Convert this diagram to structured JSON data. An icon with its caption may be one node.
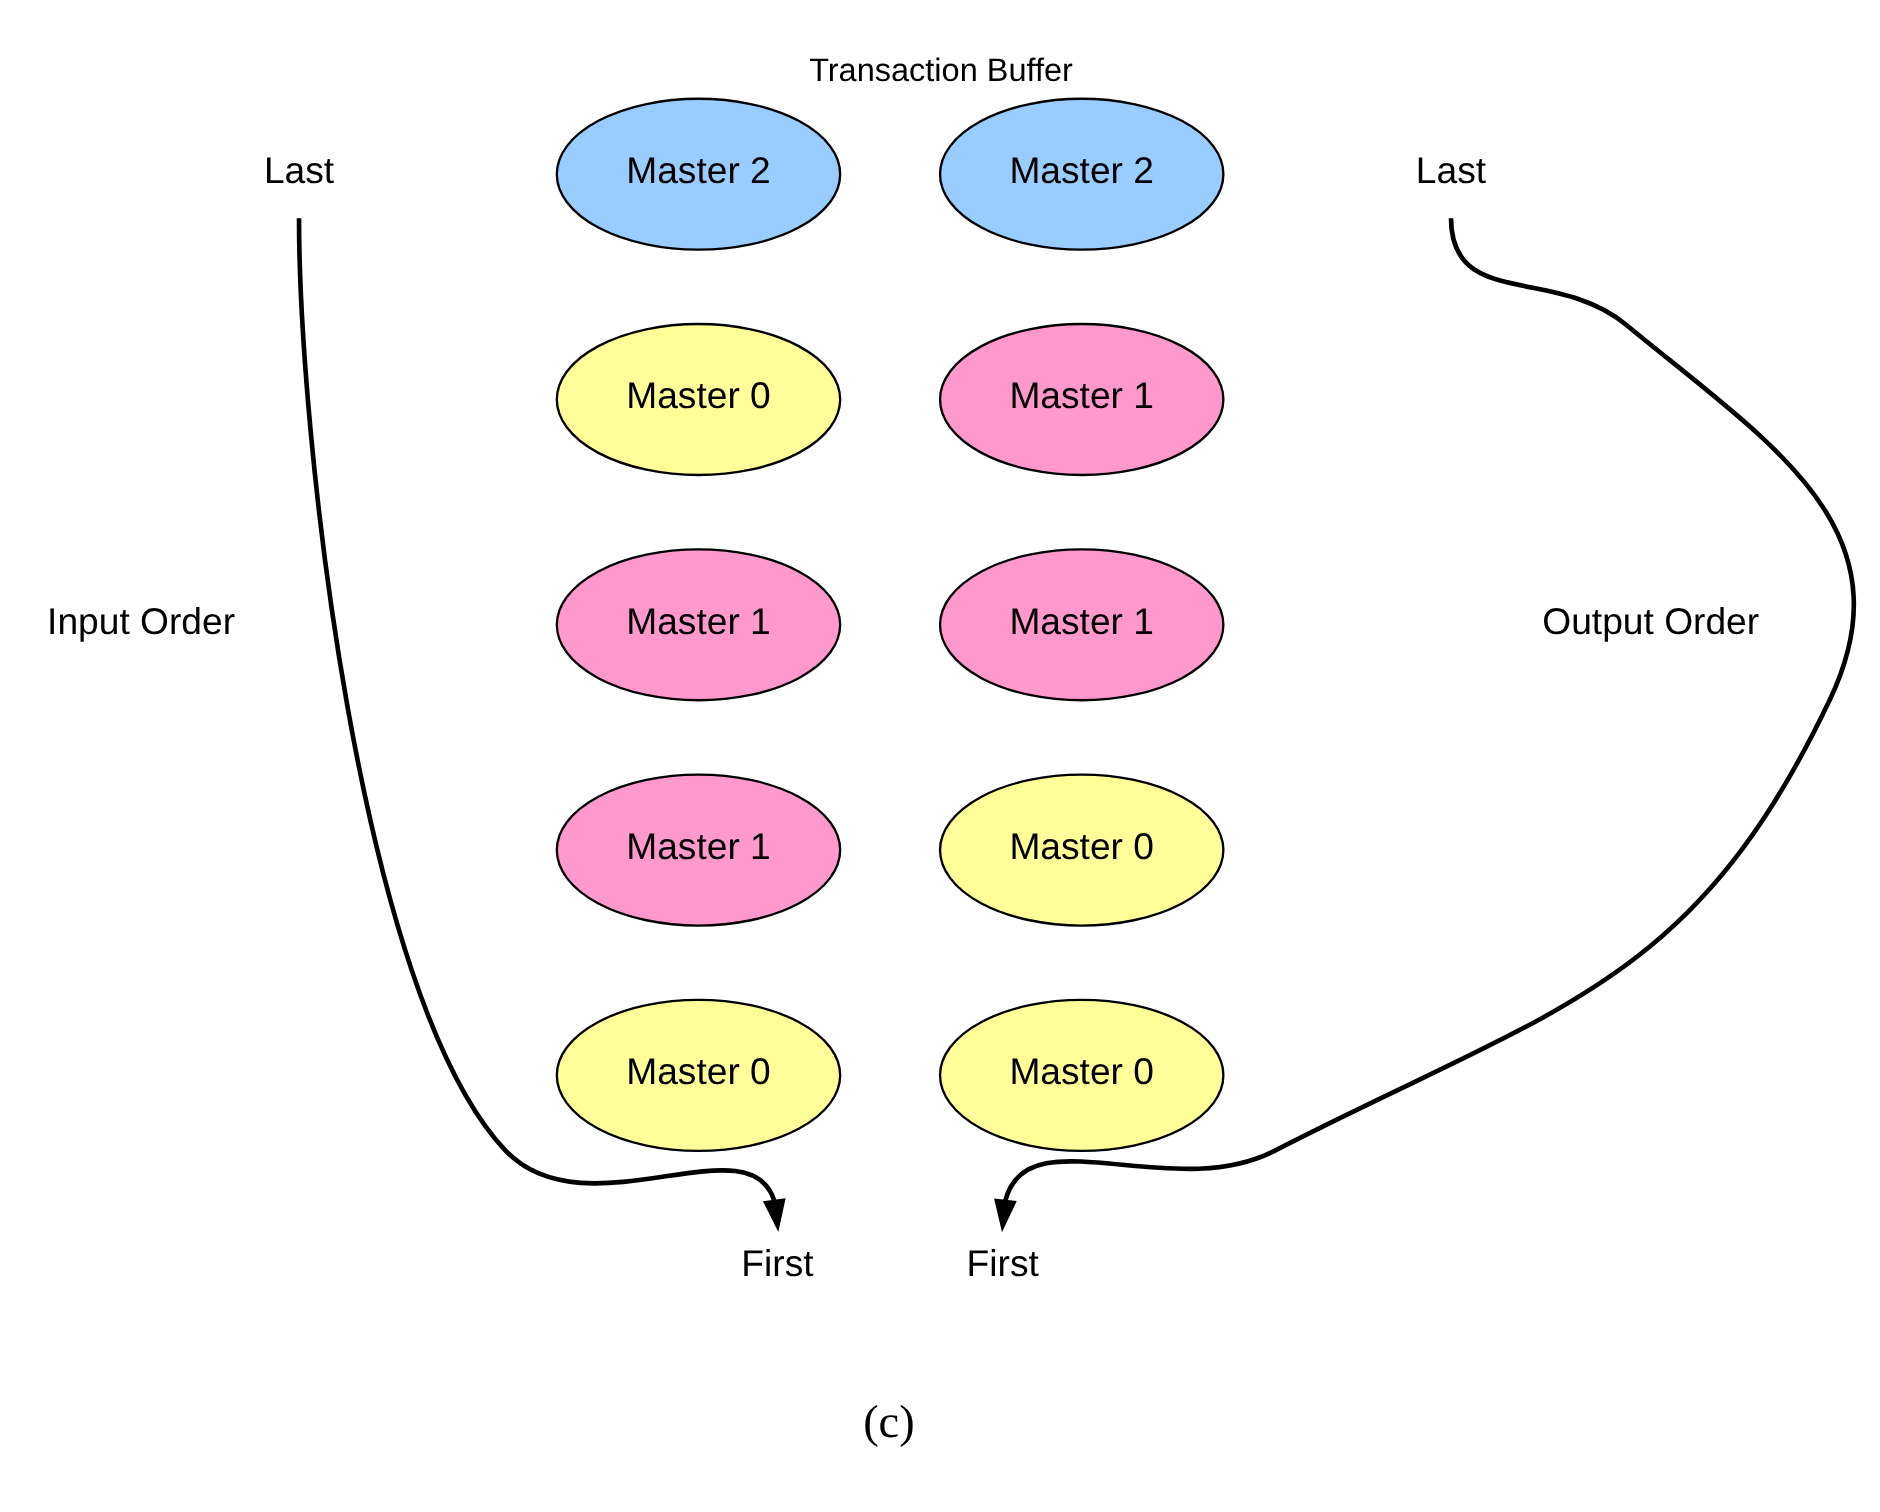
{
  "diagram": {
    "title": "Transaction Buffer",
    "caption": "(c)",
    "nodes": [
      {
        "text": [
          "Last"
        ]
      },
      {
        "text": [
          "Master 2"
        ]
      },
      {
        "text": [
          "Master 2"
        ]
      },
      {
        "text": [
          "Last"
        ]
      },
      {
        "text": [
          "Master 0"
        ]
      },
      {
        "text": [
          "Master 1"
        ]
      },
      {
        "text": [
          "Master 1"
        ]
      },
      {
        "text": [
          "Master 1"
        ]
      },
      {
        "text": [
          "Master 1"
        ]
      },
      {
        "text": [
          "Master 0"
        ]
      },
      {
        "text": [
          "Master 0"
        ]
      },
      {
        "text": [
          "Master 0"
        ]
      },
      {
        "text": [
          "First"
        ]
      },
      {
        "text": [
          "First"
        ]
      }
    ],
    "edges": [
      {
        "from": 0,
        "to": 12,
        "arrow": "to"
      },
      {
        "from": 3,
        "to": 13,
        "arrow": "to"
      }
    ],
    "labels": [
      "Input Order",
      "Output Order"
    ]
  }
}
